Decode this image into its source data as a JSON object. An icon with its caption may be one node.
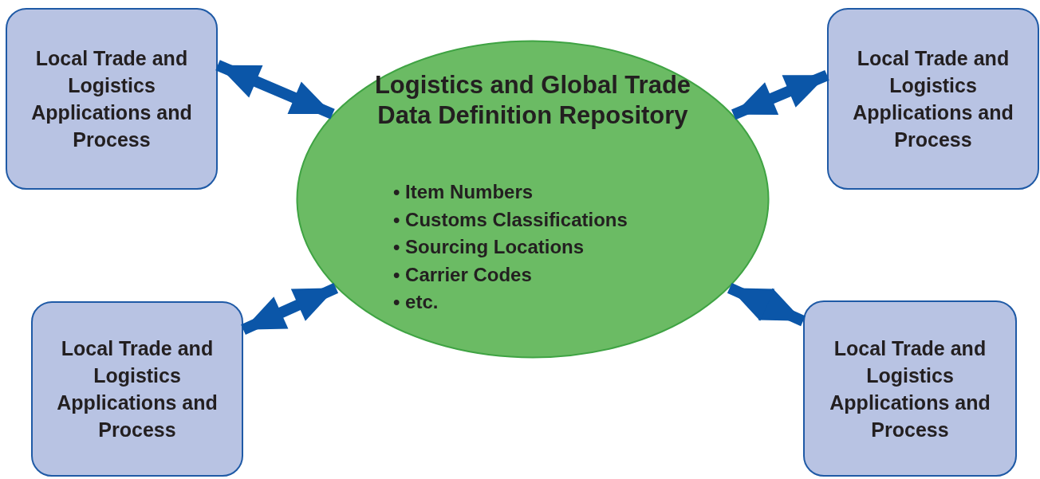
{
  "diagram": {
    "nodes": [
      {
        "text": [
          "Local Trade and Logistics Applications and Process"
        ]
      },
      {
        "text": [
          "Logistics and Global Trade Data Definition Repository",
          "• Item Numbers",
          "• Customs Classifications",
          "• Sourcing Locations",
          "• Carrier Codes",
          "• etc."
        ]
      },
      {
        "text": [
          "Local Trade and Logistics Applications and Process"
        ]
      },
      {
        "text": [
          "Local Trade and Logistics Applications and Process"
        ]
      },
      {
        "text": [
          "Local Trade and Logistics Applications and Process"
        ]
      }
    ],
    "edges": [
      {
        "from": 0,
        "to": 1,
        "arrow": "both"
      },
      {
        "from": 2,
        "to": 1,
        "arrow": "both"
      },
      {
        "from": 3,
        "to": 1,
        "arrow": "both"
      },
      {
        "from": 4,
        "to": 1,
        "arrow": "both"
      }
    ]
  }
}
